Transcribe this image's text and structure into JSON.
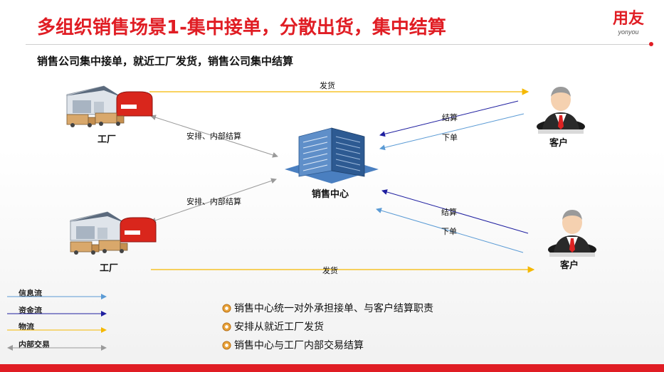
{
  "header": {
    "title": "多组织销售场景1-集中接单，分散出货，集中结算",
    "logo_text": "用友",
    "logo_sub": "yonyou"
  },
  "subtitle": "销售公司集中接单，就近工厂发货，销售公司集中结算",
  "nodes": {
    "factory_top": "工厂",
    "factory_bottom": "工厂",
    "sales_center": "销售中心",
    "customer_top": "客户",
    "customer_bottom": "客户"
  },
  "edges": {
    "ship_top": "发货",
    "ship_bottom": "发货",
    "settle_top": "结算",
    "order_top": "下单",
    "settle_bottom": "结算",
    "order_bottom": "下单",
    "internal_top": "安排、内部结算",
    "internal_bottom": "安排、内部结算"
  },
  "legend": [
    {
      "label": "信息流",
      "color": "#5b9bd5"
    },
    {
      "label": "资金流",
      "color": "#1f1fa0"
    },
    {
      "label": "物流",
      "color": "#f5b800"
    },
    {
      "label": "内部交易",
      "color": "#9a9a9a"
    }
  ],
  "bullets": [
    "销售中心统一对外承担接单、与客户结算职责",
    "安排从就近工厂发货",
    "销售中心与工厂内部交易结算"
  ],
  "colors": {
    "brand_red": "#e01d24",
    "info_flow": "#5b9bd5",
    "money_flow": "#1f1fa0",
    "logistics": "#f5b800",
    "internal": "#9a9a9a"
  }
}
